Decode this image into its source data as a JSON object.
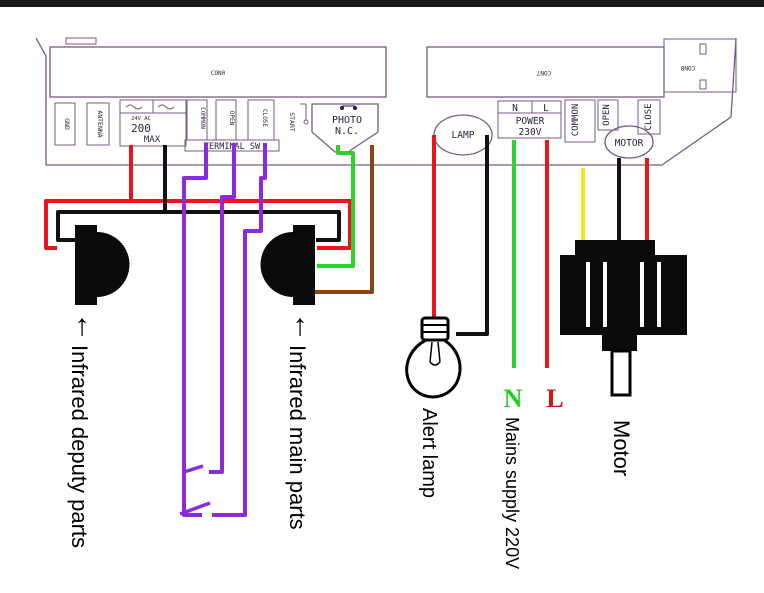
{
  "board": {
    "left_connector_label": "CON0",
    "right_connector_label": "CON7",
    "corner_connector_label": "CON8",
    "terminals": {
      "gnd": "GND",
      "antenna": "ANTENNA",
      "ac_top": "24V AC",
      "ac_mid": "200",
      "ac_bottom": "MAX",
      "common": "COMMON",
      "open": "OPEN",
      "close": "CLOSE",
      "start": "START",
      "photo_top": "PHOTO",
      "photo_bottom": "N.C.",
      "terminal_sw": "TERMINAL SW",
      "lamp": "LAMP",
      "n": "N",
      "l": "L",
      "power": "POWER",
      "power_voltage": "230V",
      "motor_common": "COMMON",
      "motor_open": "OPEN",
      "motor_close": "CLOSE",
      "motor": "MOTOR"
    }
  },
  "labels": {
    "infrared_deputy": "Infrared deputy parts",
    "infrared_main": "Infrared main parts",
    "alert_lamp": "Alert lamp",
    "mains_supply": "Mains supply 220V",
    "motor": "Motor",
    "neutral": "N",
    "live": "L",
    "arrow": "↑"
  },
  "colors": {
    "board_outline": "#7a5a86",
    "red_wire": "#e8161b",
    "black_wire": "#111111",
    "purple_wire": "#8c2bd9",
    "green_wire": "#2fd12f",
    "brown_wire": "#8b4513",
    "yellow_wire": "#f5e61a",
    "neutral_text": "#1fd11f",
    "live_text": "#d81414"
  }
}
